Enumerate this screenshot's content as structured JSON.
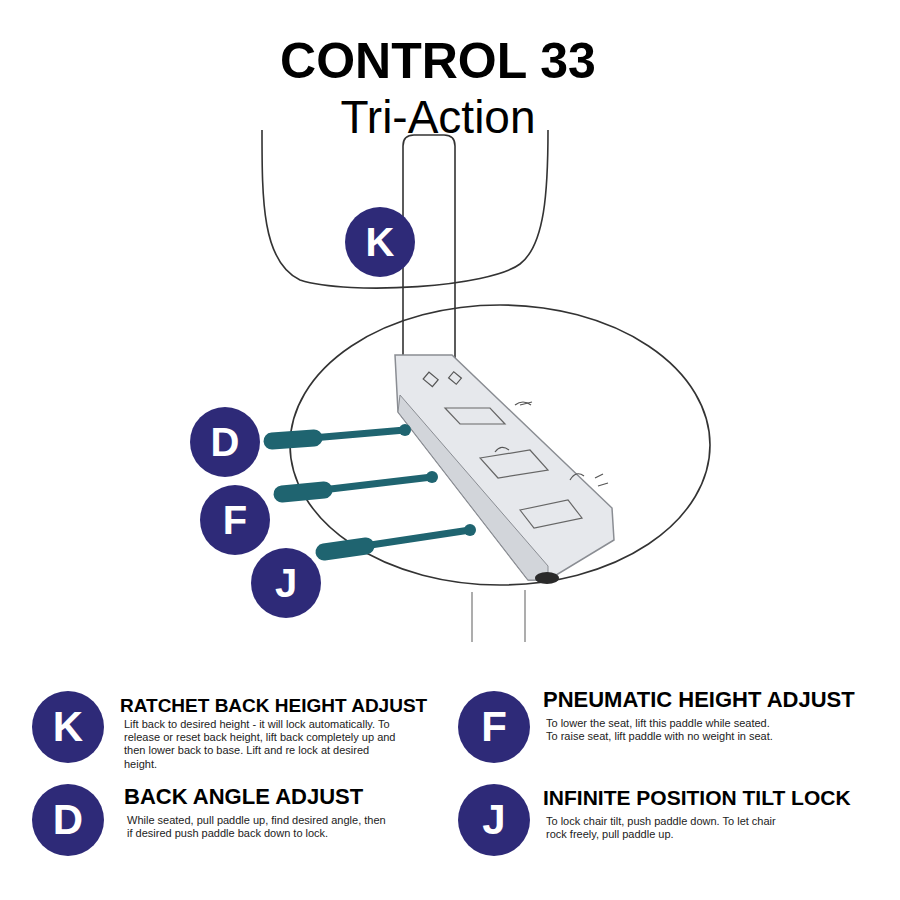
{
  "diagram": {
    "title": "CONTROL 33",
    "nodes": [
      {
        "text": [
          "K"
        ]
      },
      {
        "text": [
          "D"
        ]
      },
      {
        "text": [
          "F"
        ]
      },
      {
        "text": [
          "J"
        ]
      },
      {
        "text": [
          "K",
          "RATCHET BACK HEIGHT ADJUST",
          "Lift back to desired height - it will lock automatically. To release or reset back height, lift back completely up and then lower back to base. Lift and re lock at desired height."
        ]
      },
      {
        "text": [
          "F",
          "PNEUMATIC HEIGHT ADJUST",
          "To lower the seat, lift this paddle while seated. To raise seat, lift paddle with no weight in seat."
        ]
      },
      {
        "text": [
          "D",
          "BACK ANGLE ADJUST",
          "While seated, pull paddle up, find desired angle, then if desired push paddle back down to lock."
        ]
      },
      {
        "text": [
          "J",
          "INFINITE POSITION TILT LOCK",
          "To lock chair tilt, push paddle down. To let chair rock freely, pull paddle up."
        ]
      }
    ],
    "labels": [
      "Tri-Action"
    ]
  }
}
